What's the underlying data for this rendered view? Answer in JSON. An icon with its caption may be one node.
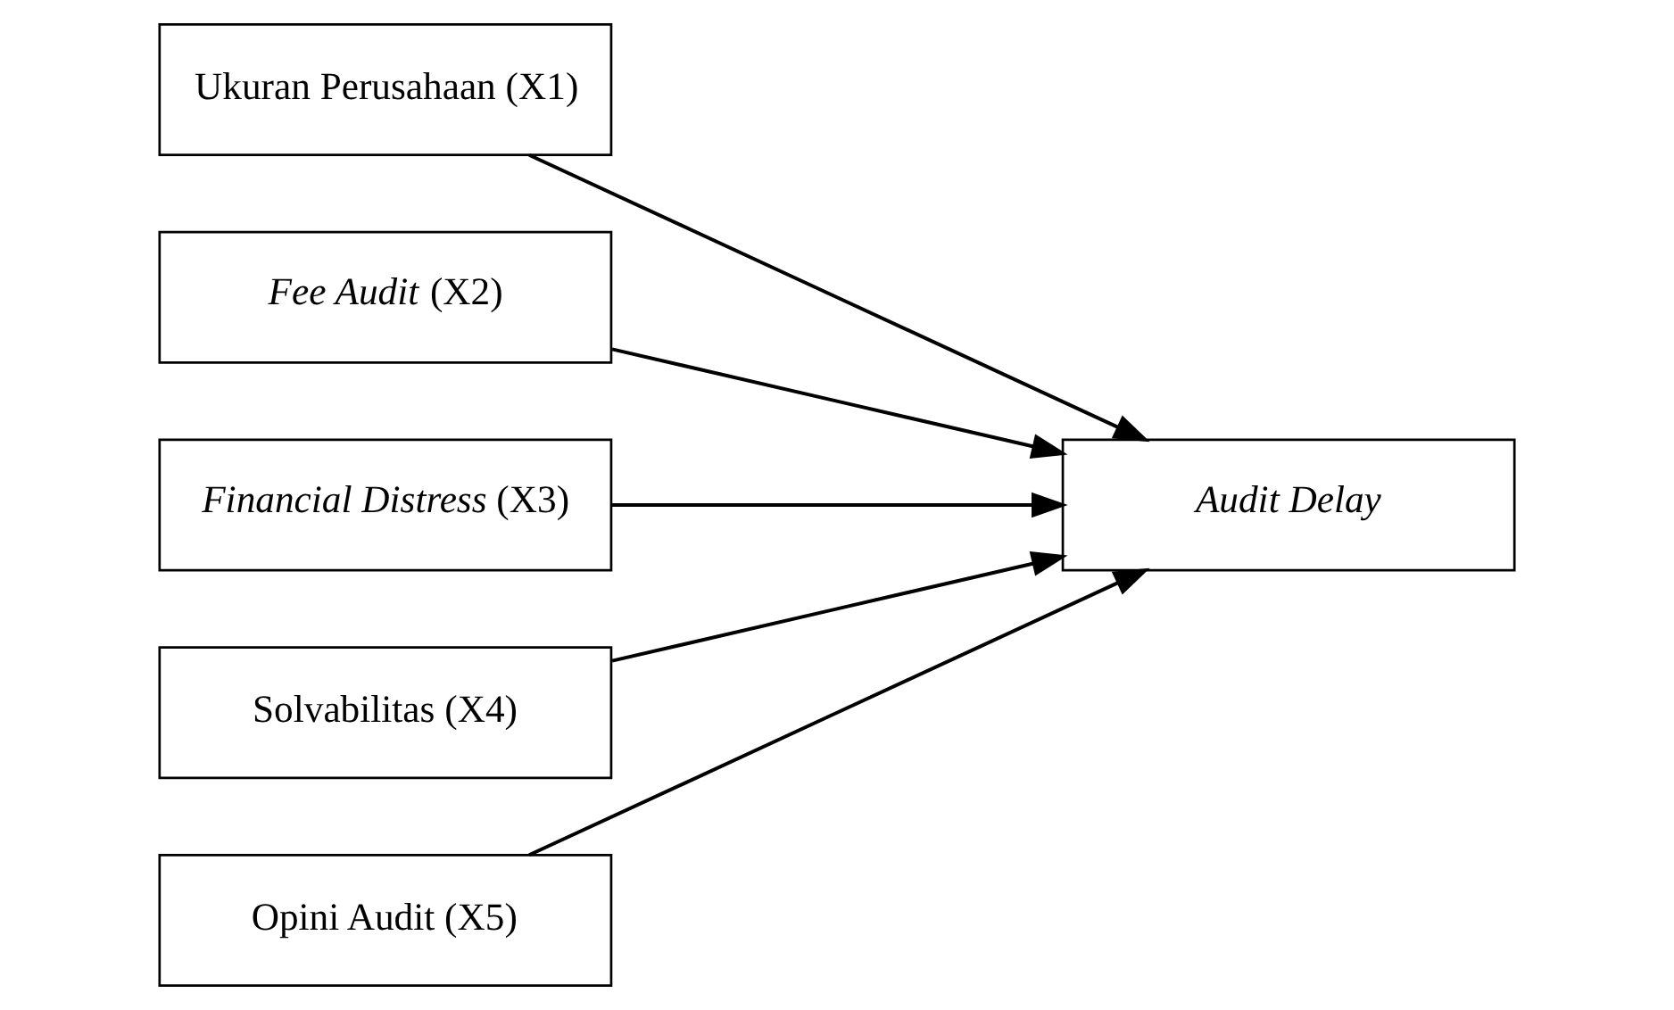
{
  "diagram": {
    "nodes": [
      {
        "text": [
          "Ukuran Perusahaan (X1)"
        ]
      },
      {
        "text": [
          "*Fee Audit* (X2)"
        ]
      },
      {
        "text": [
          "*Financial Distress* (X3)"
        ]
      },
      {
        "text": [
          "Solvabilitas (X4)"
        ]
      },
      {
        "text": [
          "Opini Audit (X5)"
        ]
      },
      {
        "text": [
          "*Audit Delay*"
        ]
      }
    ],
    "edges": [
      {
        "from": 0,
        "to": 5,
        "arrow": "to"
      },
      {
        "from": 1,
        "to": 5,
        "arrow": "to"
      },
      {
        "from": 2,
        "to": 5,
        "arrow": "to"
      },
      {
        "from": 3,
        "to": 5,
        "arrow": "to"
      },
      {
        "from": 4,
        "to": 5,
        "arrow": "to"
      }
    ]
  }
}
